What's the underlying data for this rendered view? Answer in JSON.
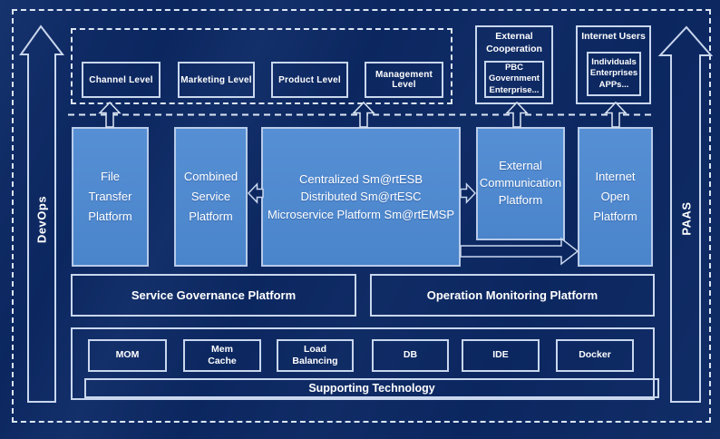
{
  "colors": {
    "background": "#0c2760",
    "panel_blue": "#4d88ce",
    "box_border": "#c9d7ee",
    "dashed_border": "#dce6f4",
    "text": "#ffffff"
  },
  "rails": {
    "devops": "DevOps",
    "paas": "PAAS"
  },
  "top": {
    "levels": [
      "Channel Level",
      "Marketing Level",
      "Product Level",
      "Management Level"
    ],
    "external_cooperation": {
      "title": "External\nCooperation",
      "members": "PBC Government\nEnterprise..."
    },
    "internet_users": {
      "title": "Internet Users",
      "members": "Individuals\nEnterprises\nAPPs..."
    }
  },
  "platforms": {
    "file_transfer": "File\nTransfer\nPlatform",
    "combined_service": "Combined\nService\nPlatform",
    "central_esb": "Centralized Sm@rtESB\nDistributed Sm@rtESC\nMicroservice Platform Sm@rtEMSP",
    "external_communication": "External\nCommunication\nPlatform",
    "internet_open": "Internet\nOpen\nPlatform"
  },
  "governance": {
    "service_governance": "Service Governance Platform",
    "operation_monitoring": "Operation Monitoring Platform"
  },
  "supporting": {
    "technologies": [
      "MOM",
      "Mem\nCache",
      "Load\nBalancing",
      "DB",
      "IDE",
      "Docker"
    ],
    "label": "Supporting Technology"
  }
}
